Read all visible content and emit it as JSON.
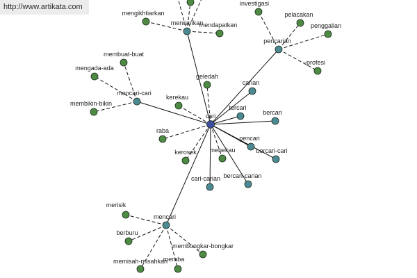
{
  "watermark": {
    "url": "http://www.artikata.com"
  },
  "colors": {
    "root": "#3f4fa0",
    "primary": "#4c8a93",
    "leaf": "#4f8a45",
    "edge": "#111111",
    "node_stroke": "#1b2a1b"
  },
  "root": {
    "id": "cari",
    "label": "cari"
  },
  "nodes": [
    {
      "id": "cari",
      "label": "cari",
      "kind": "root"
    },
    {
      "id": "mencarikan",
      "label": "mencarikan",
      "kind": "primary"
    },
    {
      "id": "pencarian",
      "label": "pencarian",
      "kind": "primary"
    },
    {
      "id": "mencari-cari",
      "label": "mencari-cari",
      "kind": "primary"
    },
    {
      "id": "carian",
      "label": "carian",
      "kind": "primary"
    },
    {
      "id": "tercari",
      "label": "tercari",
      "kind": "primary"
    },
    {
      "id": "bercari",
      "label": "bercari",
      "kind": "primary"
    },
    {
      "id": "pencari",
      "label": "pencari",
      "kind": "primary"
    },
    {
      "id": "bercari-cari",
      "label": "bercari-cari",
      "kind": "primary"
    },
    {
      "id": "bercari-carian",
      "label": "bercari-carian",
      "kind": "primary"
    },
    {
      "id": "cari-carian",
      "label": "cari-carian",
      "kind": "primary"
    },
    {
      "id": "mencari",
      "label": "mencari",
      "kind": "primary"
    },
    {
      "id": "mengikhtiarkan",
      "label": "mengikhtiarkan",
      "kind": "leaf"
    },
    {
      "id": "mendapatkan",
      "label": "mendapatkan",
      "kind": "leaf"
    },
    {
      "id": "investigasi",
      "label": "investigasi",
      "kind": "leaf"
    },
    {
      "id": "pelacakan",
      "label": "pelacakan",
      "kind": "leaf"
    },
    {
      "id": "penggalian",
      "label": "penggalian",
      "kind": "leaf"
    },
    {
      "id": "-profesi",
      "label": "-profesi",
      "kind": "leaf"
    },
    {
      "id": "membuat-buat",
      "label": "membuat-buat",
      "kind": "leaf"
    },
    {
      "id": "mengada-ada",
      "label": "mengada-ada",
      "kind": "leaf"
    },
    {
      "id": "membikin-bikin",
      "label": "membikin-bikin",
      "kind": "leaf"
    },
    {
      "id": "geledah",
      "label": "geledah",
      "kind": "leaf"
    },
    {
      "id": "kerekau",
      "label": "kerekau",
      "kind": "leaf"
    },
    {
      "id": "raba",
      "label": "raba",
      "kind": "leaf"
    },
    {
      "id": "kerosek",
      "label": "kerosek",
      "kind": "leaf"
    },
    {
      "id": "menekau",
      "label": "menekau",
      "kind": "leaf"
    },
    {
      "id": "merisik",
      "label": "merisik",
      "kind": "leaf"
    },
    {
      "id": "berburu",
      "label": "berburu",
      "kind": "leaf"
    },
    {
      "id": "membongkar-bongkar",
      "label": "membongkar-bongkar",
      "kind": "leaf"
    },
    {
      "id": "memisah-misahkan",
      "label": "memisah-misahkan",
      "kind": "leaf"
    },
    {
      "id": "meraba",
      "label": "meraba",
      "kind": "leaf"
    },
    {
      "id": "top-a",
      "label": "",
      "kind": "leaf"
    },
    {
      "id": "top-b",
      "label": "",
      "kind": "hidden"
    },
    {
      "id": "top-c",
      "label": "",
      "kind": "hidden"
    }
  ],
  "edges": [
    {
      "from": "cari",
      "to": "mencarikan",
      "style": "solid"
    },
    {
      "from": "cari",
      "to": "pencarian",
      "style": "solid"
    },
    {
      "from": "cari",
      "to": "mencari-cari",
      "style": "solid"
    },
    {
      "from": "cari",
      "to": "carian",
      "style": "solid"
    },
    {
      "from": "cari",
      "to": "tercari",
      "style": "solid"
    },
    {
      "from": "cari",
      "to": "bercari",
      "style": "solid"
    },
    {
      "from": "cari",
      "to": "pencari",
      "style": "solid"
    },
    {
      "from": "cari",
      "to": "bercari-cari",
      "style": "solid"
    },
    {
      "from": "cari",
      "to": "bercari-carian",
      "style": "solid"
    },
    {
      "from": "cari",
      "to": "cari-carian",
      "style": "solid"
    },
    {
      "from": "cari",
      "to": "mencari",
      "style": "solid"
    },
    {
      "from": "cari",
      "to": "geledah",
      "style": "dashed"
    },
    {
      "from": "cari",
      "to": "kerekau",
      "style": "dashed"
    },
    {
      "from": "cari",
      "to": "raba",
      "style": "dashed"
    },
    {
      "from": "cari",
      "to": "kerosek",
      "style": "dashed"
    },
    {
      "from": "cari",
      "to": "menekau",
      "style": "dashed"
    },
    {
      "from": "mencarikan",
      "to": "mengikhtiarkan",
      "style": "dashed"
    },
    {
      "from": "mencarikan",
      "to": "mendapatkan",
      "style": "dashed"
    },
    {
      "from": "mencarikan",
      "to": "top-a",
      "style": "dashed"
    },
    {
      "from": "mencarikan",
      "to": "top-b",
      "style": "dashed"
    },
    {
      "from": "mencarikan",
      "to": "top-c",
      "style": "dashed"
    },
    {
      "from": "pencarian",
      "to": "investigasi",
      "style": "dashed"
    },
    {
      "from": "pencarian",
      "to": "pelacakan",
      "style": "dashed"
    },
    {
      "from": "pencarian",
      "to": "penggalian",
      "style": "dashed"
    },
    {
      "from": "pencarian",
      "to": "-profesi",
      "style": "dashed"
    },
    {
      "from": "mencari-cari",
      "to": "membuat-buat",
      "style": "dashed"
    },
    {
      "from": "mencari-cari",
      "to": "mengada-ada",
      "style": "dashed"
    },
    {
      "from": "mencari-cari",
      "to": "membikin-bikin",
      "style": "dashed"
    },
    {
      "from": "mencari",
      "to": "merisik",
      "style": "dashed"
    },
    {
      "from": "mencari",
      "to": "berburu",
      "style": "dashed"
    },
    {
      "from": "mencari",
      "to": "membongkar-bongkar",
      "style": "dashed"
    },
    {
      "from": "mencari",
      "to": "memisah-misahkan",
      "style": "dashed"
    },
    {
      "from": "mencari",
      "to": "meraba",
      "style": "dashed"
    }
  ]
}
